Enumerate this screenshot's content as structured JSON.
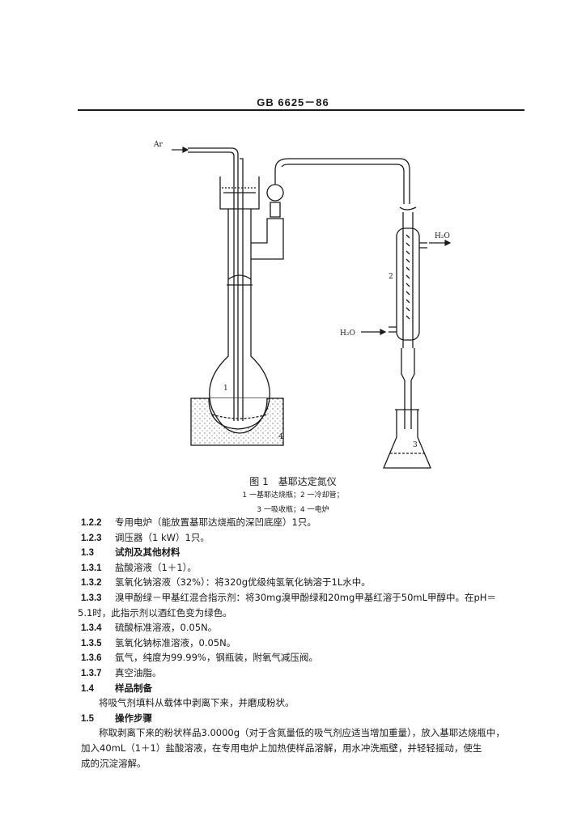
{
  "header": "GB 6625－86",
  "figure": {
    "labels": {
      "ar_inlet": "Ar",
      "water_out": "H₂O",
      "water_in": "H₂O",
      "n1": "1",
      "n2": "2",
      "n3": "3",
      "n4": "4"
    },
    "caption_title": "图 1　基耶达定氮仪",
    "caption_line1": "1 一基耶达烧瓶；2 一冷却管；",
    "caption_line2": "3 一吸收瓶；4 一电炉"
  },
  "body": [
    {
      "num": "1.2.2",
      "text": "专用电炉（能放置基耶达烧瓶的深凹底座）1只。",
      "style": "item"
    },
    {
      "num": "1.2.3",
      "text": "调压器（1 kW）1只。",
      "style": "item"
    },
    {
      "num": "1.3",
      "text": "试剂及其他材料",
      "style": "h3"
    },
    {
      "num": "1.3.1",
      "text": "盐酸溶液（1＋1）。",
      "style": "item"
    },
    {
      "num": "1.3.2",
      "text": "氢氧化钠溶液（32%）：将320g优级纯氢氧化钠溶于1L水中。",
      "style": "item"
    },
    {
      "num": "1.3.3",
      "text": "溴甲酚绿－甲基红混合指示剂：将30mg溴甲酚绿和20mg甲基红溶于50mL甲醇中。在pH＝",
      "style": "item"
    },
    {
      "num": "",
      "text": "5.1时，此指示剂以酒红色变为绿色。",
      "style": "flush"
    },
    {
      "num": "1.3.4",
      "text": "硫酸标准溶液，0.05N。",
      "style": "item"
    },
    {
      "num": "1.3.5",
      "text": "氢氧化钠标准溶液，0.05N。",
      "style": "item"
    },
    {
      "num": "1.3.6",
      "text": "氩气，纯度为99.99%，钢瓶装，附氧气减压阀。",
      "style": "item"
    },
    {
      "num": "1.3.7",
      "text": "真空油脂。",
      "style": "item"
    },
    {
      "num": "1.4",
      "text": "样品制备",
      "style": "h3"
    },
    {
      "num": "",
      "text": "将吸气剂填料从载体中剥离下来，并磨成粉状。",
      "style": "indent"
    },
    {
      "num": "1.5",
      "text": "操作步骤",
      "style": "h3"
    },
    {
      "num": "",
      "text": "称取剥离下来的粉状样品3.0000g（对于含氮量低的吸气剂应适当增加重量），放入基耶达烧瓶中，",
      "style": "indent"
    },
    {
      "num": "",
      "text": "加入40mL（1＋1）盐酸溶液，在专用电炉上加热使样品溶解，用水冲洗瓶壁，并轻轻摇动，使生",
      "style": "plain"
    },
    {
      "num": "",
      "text": "成的沉淀溶解。",
      "style": "plain"
    }
  ]
}
